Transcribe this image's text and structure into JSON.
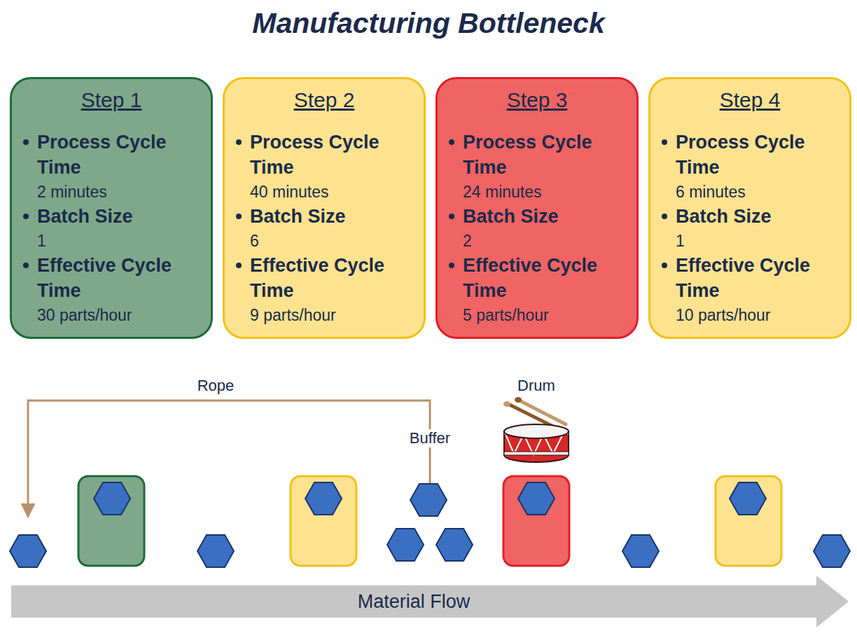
{
  "diagram": {
    "title": "Manufacturing Bottleneck",
    "nodes": [
      {
        "text": [
          "Step 1",
          "Process Cycle Time",
          "2 minutes",
          "Batch Size",
          "1",
          "Effective Cycle Time",
          "30 parts/hour"
        ]
      },
      {
        "text": [
          "Step 2",
          "Process Cycle Time",
          "40 minutes",
          "Batch Size",
          "6",
          "Effective Cycle Time",
          "9 parts/hour"
        ]
      },
      {
        "text": [
          "Step 3",
          "Process Cycle Time",
          "24 minutes",
          "Batch Size",
          "2",
          "Effective Cycle Time",
          "5 parts/hour"
        ]
      },
      {
        "text": [
          "Step 4",
          "Process Cycle Time",
          "6 minutes",
          "Batch Size",
          "1",
          "Effective Cycle Time",
          "10 parts/hour"
        ]
      },
      {
        "text": [
          "Material Flow"
        ]
      }
    ],
    "labels": [
      "Rope",
      "Buffer",
      "Drum"
    ]
  }
}
